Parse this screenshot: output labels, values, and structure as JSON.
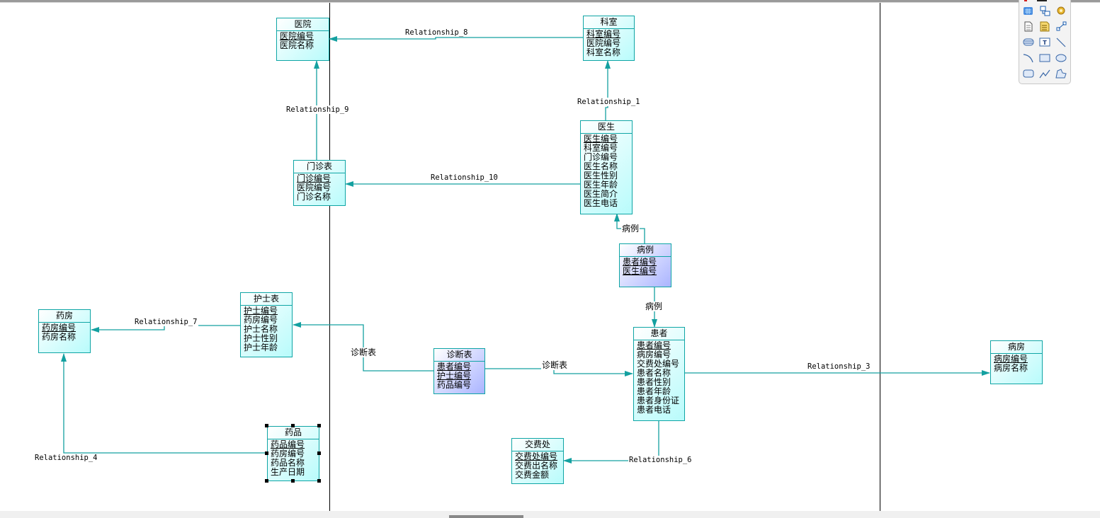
{
  "diagram": {
    "type": "physical-data-model",
    "colors": {
      "entity_border": "#0fa5a5",
      "entity_fill": "#b8fbfb",
      "association_fill": "#aab4ff",
      "link": "#14a0a0"
    },
    "entities": {
      "hospital": {
        "title": "医院",
        "attributes": [
          {
            "name": "医院编号",
            "pk": true
          },
          {
            "name": "医院名称",
            "pk": false
          }
        ]
      },
      "department": {
        "title": "科室",
        "attributes": [
          {
            "name": "科室编号",
            "pk": true
          },
          {
            "name": "医院编号",
            "pk": false
          },
          {
            "name": "科室名称",
            "pk": false
          }
        ]
      },
      "doctor": {
        "title": "医生",
        "attributes": [
          {
            "name": "医生编号",
            "pk": true
          },
          {
            "name": "科室编号",
            "pk": false
          },
          {
            "name": "门诊编号",
            "pk": false
          },
          {
            "name": "医生名称",
            "pk": false
          },
          {
            "name": "医生性别",
            "pk": false
          },
          {
            "name": "医生年龄",
            "pk": false
          },
          {
            "name": "医生简介",
            "pk": false
          },
          {
            "name": "医生电话",
            "pk": false
          }
        ]
      },
      "clinic": {
        "title": "门诊表",
        "attributes": [
          {
            "name": "门诊编号",
            "pk": true
          },
          {
            "name": "医院编号",
            "pk": false
          },
          {
            "name": "门诊名称",
            "pk": false
          }
        ]
      },
      "case": {
        "title": "病例",
        "attributes": [
          {
            "name": "患者编号",
            "pk": true
          },
          {
            "name": "医生编号",
            "pk": true
          }
        ]
      },
      "pharmacy": {
        "title": "药房",
        "attributes": [
          {
            "name": "药房编号",
            "pk": true
          },
          {
            "name": "药房名称",
            "pk": false
          }
        ]
      },
      "nurse": {
        "title": "护士表",
        "attributes": [
          {
            "name": "护士编号",
            "pk": true
          },
          {
            "name": "药房编号",
            "pk": false
          },
          {
            "name": "护士名称",
            "pk": false
          },
          {
            "name": "护士性别",
            "pk": false
          },
          {
            "name": "护士年龄",
            "pk": false
          }
        ]
      },
      "diagnosis": {
        "title": "诊断表",
        "attributes": [
          {
            "name": "患者编号",
            "pk": true
          },
          {
            "name": "护士编号",
            "pk": true
          },
          {
            "name": "药品编号",
            "pk": false
          }
        ]
      },
      "patient": {
        "title": "患者",
        "attributes": [
          {
            "name": "患者编号",
            "pk": true
          },
          {
            "name": "病房编号",
            "pk": false
          },
          {
            "name": "交费处编号",
            "pk": false
          },
          {
            "name": "患者名称",
            "pk": false
          },
          {
            "name": "患者性别",
            "pk": false
          },
          {
            "name": "患者年龄",
            "pk": false
          },
          {
            "name": "患者身份证",
            "pk": false
          },
          {
            "name": "患者电话",
            "pk": false
          }
        ]
      },
      "ward": {
        "title": "病房",
        "attributes": [
          {
            "name": "病房编号",
            "pk": true
          },
          {
            "name": "病房名称",
            "pk": false
          }
        ]
      },
      "medicine": {
        "title": "药品",
        "attributes": [
          {
            "name": "药品编号",
            "pk": true
          },
          {
            "name": "药房编号",
            "pk": false
          },
          {
            "name": "药品名称",
            "pk": false
          },
          {
            "name": "生产日期",
            "pk": false
          }
        ]
      },
      "payment": {
        "title": "交费处",
        "attributes": [
          {
            "name": "交费处编号",
            "pk": true
          },
          {
            "name": "交费出名称",
            "pk": false
          },
          {
            "name": "交费金额",
            "pk": false
          }
        ]
      }
    },
    "relationships": {
      "r8": "Relationship_8",
      "r1": "Relationship_1",
      "r9": "Relationship_9",
      "r10": "Relationship_10",
      "case_doctor": "病例",
      "case_patient": "病例",
      "r7": "Relationship_7",
      "diag_nurse": "诊断表",
      "diag_patient": "诊断表",
      "r3": "Relationship_3",
      "r4": "Relationship_4",
      "r6": "Relationship_6"
    },
    "selected_entity": "药品"
  },
  "palette": {
    "tools": [
      "table-icon",
      "view-icon",
      "procedure-icon",
      "file-icon",
      "note-icon",
      "link-icon",
      "package-icon",
      "text-icon",
      "line-icon",
      "arc-icon",
      "rectangle-icon",
      "ellipse-icon",
      "rounded-rect-icon",
      "polyline-icon",
      "polygon-icon"
    ]
  }
}
